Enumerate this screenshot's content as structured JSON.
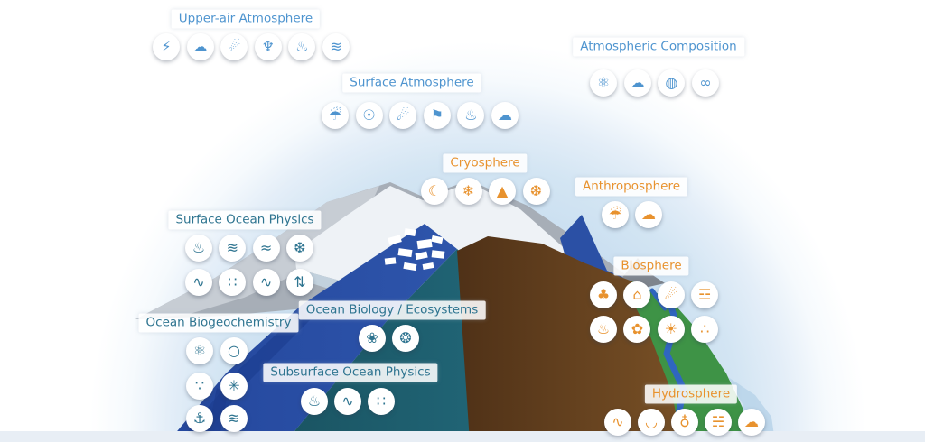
{
  "palette": {
    "blue": "#4e94cf",
    "teal": "#2e7490",
    "orange": "#e8922e",
    "label_background": "rgba(255,255,255,0.88)",
    "icon_circle": "#ffffff",
    "ocean_blue": "#2b50a5",
    "deep_teal": "#1e5f70",
    "earth_brown": "#5f3e1d",
    "land_green": "#3e9346"
  },
  "groups": [
    {
      "id": "upper-air-atmosphere",
      "label": "Upper-air Atmosphere",
      "color": "blue",
      "items": [
        {
          "name": "lightning",
          "glyph": "⚡"
        },
        {
          "name": "clouds",
          "glyph": "☁"
        },
        {
          "name": "earth-radiation-budget",
          "glyph": "☄"
        },
        {
          "name": "upper-air-wind",
          "glyph": "♆"
        },
        {
          "name": "upper-air-temperature",
          "glyph": "♨"
        },
        {
          "name": "upper-air-water-vapour",
          "glyph": "≋"
        }
      ]
    },
    {
      "id": "surface-atmosphere",
      "label": "Surface Atmosphere",
      "color": "blue",
      "items": [
        {
          "name": "precipitation",
          "glyph": "☔"
        },
        {
          "name": "surface-pressure",
          "glyph": "☉"
        },
        {
          "name": "surface-radiation-budget",
          "glyph": "☄"
        },
        {
          "name": "surface-wind",
          "glyph": "⚑"
        },
        {
          "name": "surface-temperature",
          "glyph": "♨"
        },
        {
          "name": "surface-water-vapour",
          "glyph": "☁"
        }
      ]
    },
    {
      "id": "atmospheric-composition",
      "label": "Atmospheric Composition",
      "color": "blue",
      "items": [
        {
          "name": "greenhouse-gases",
          "glyph": "⚛"
        },
        {
          "name": "aerosols",
          "glyph": "☁"
        },
        {
          "name": "ozone",
          "glyph": "◍"
        },
        {
          "name": "aerosol-ozone-precursors",
          "glyph": "∞"
        }
      ]
    },
    {
      "id": "cryosphere",
      "label": "Cryosphere",
      "color": "orange",
      "items": [
        {
          "name": "glaciers",
          "glyph": "☾"
        },
        {
          "name": "snow",
          "glyph": "❄"
        },
        {
          "name": "ice-sheets-ice-shelves",
          "glyph": "▲"
        },
        {
          "name": "permafrost",
          "glyph": "❆"
        }
      ]
    },
    {
      "id": "anthroposphere",
      "label": "Anthroposphere",
      "color": "orange",
      "items": [
        {
          "name": "anthropogenic-water-use",
          "glyph": "☔"
        },
        {
          "name": "anthropogenic-ghg-fluxes",
          "glyph": "☁"
        }
      ]
    },
    {
      "id": "biosphere",
      "label": "Biosphere",
      "color": "orange",
      "items": [
        {
          "name": "above-ground-biomass",
          "glyph": "♣"
        },
        {
          "name": "land-cover",
          "glyph": "⌂"
        },
        {
          "name": "albedo",
          "glyph": "☄"
        },
        {
          "name": "fire",
          "glyph": "☲"
        },
        {
          "name": "land-surface-temperature",
          "glyph": "♨"
        },
        {
          "name": "leaf-area-index",
          "glyph": "✿"
        },
        {
          "name": "fapar",
          "glyph": "☀"
        },
        {
          "name": "soil-carbon",
          "glyph": "∴"
        }
      ]
    },
    {
      "id": "hydrosphere",
      "label": "Hydrosphere",
      "color": "orange",
      "items": [
        {
          "name": "river-discharge",
          "glyph": "∿"
        },
        {
          "name": "lakes",
          "glyph": "◡"
        },
        {
          "name": "groundwater",
          "glyph": "♁"
        },
        {
          "name": "soil-moisture",
          "glyph": "☵"
        },
        {
          "name": "terrestrial-water-storage",
          "glyph": "☁"
        }
      ]
    },
    {
      "id": "surface-ocean-physics",
      "label": "Surface Ocean Physics",
      "color": "teal",
      "items": [
        {
          "name": "sea-surface-temperature",
          "glyph": "♨"
        },
        {
          "name": "sea-state",
          "glyph": "≋"
        },
        {
          "name": "sea-level",
          "glyph": "≈"
        },
        {
          "name": "sea-ice",
          "glyph": "❆"
        },
        {
          "name": "ocean-surface-stress",
          "glyph": "∿"
        },
        {
          "name": "sea-surface-salinity",
          "glyph": "∷"
        },
        {
          "name": "surface-currents",
          "glyph": "∿"
        },
        {
          "name": "ocean-surface-heat-flux",
          "glyph": "⇅"
        }
      ]
    },
    {
      "id": "ocean-biogeochemistry",
      "label": "Ocean Biogeochemistry",
      "color": "teal",
      "items": [
        {
          "name": "inorganic-carbon",
          "glyph": "⚛"
        },
        {
          "name": "oxygen",
          "glyph": "○"
        },
        {
          "name": "nutrients",
          "glyph": "∵"
        },
        {
          "name": "nitrous-oxide",
          "glyph": "✳"
        },
        {
          "name": "transient-tracers",
          "glyph": "⚓"
        },
        {
          "name": "ocean-colour",
          "glyph": "≋"
        }
      ]
    },
    {
      "id": "ocean-biology-ecosystems",
      "label": "Ocean Biology / Ecosystems",
      "color": "teal",
      "items": [
        {
          "name": "marine-habitats",
          "glyph": "❀"
        },
        {
          "name": "plankton",
          "glyph": "❂"
        }
      ]
    },
    {
      "id": "subsurface-ocean-physics",
      "label": "Subsurface Ocean Physics",
      "color": "teal",
      "items": [
        {
          "name": "subsurface-temperature",
          "glyph": "♨"
        },
        {
          "name": "subsurface-currents",
          "glyph": "∿"
        },
        {
          "name": "subsurface-salinity",
          "glyph": "∷"
        }
      ]
    }
  ]
}
